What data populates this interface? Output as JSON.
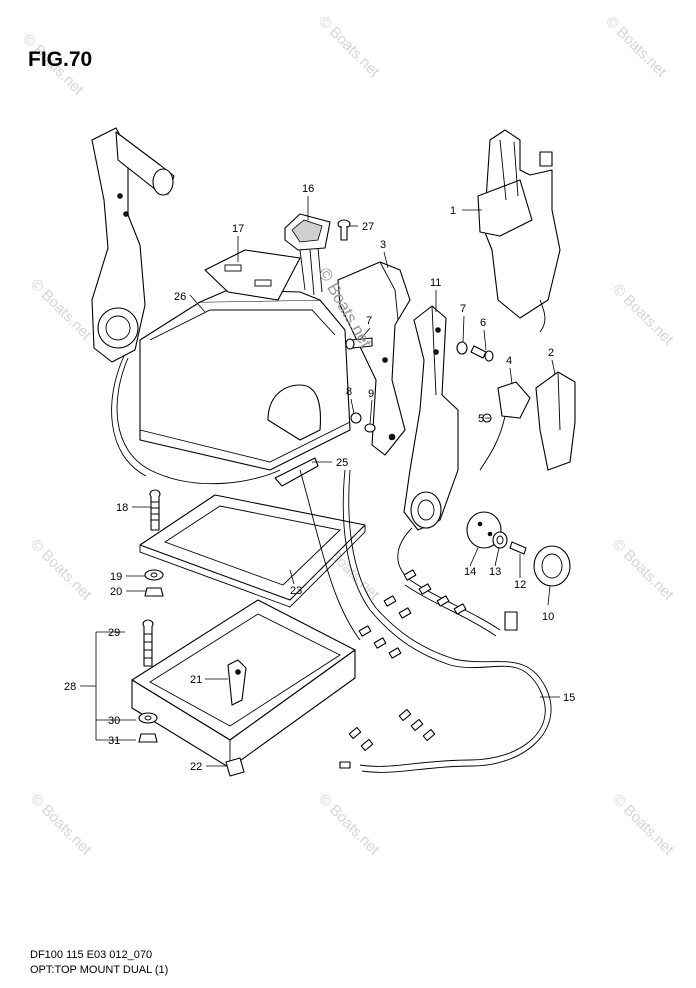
{
  "figure": {
    "title": "FIG.70",
    "code": "DF100 115 E03 012_070",
    "caption": "OPT:TOP MOUNT DUAL (1)"
  },
  "watermark": {
    "text": "© Boats.net"
  },
  "callouts": [
    {
      "id": "1",
      "label": "1"
    },
    {
      "id": "2",
      "label": "2"
    },
    {
      "id": "3",
      "label": "3"
    },
    {
      "id": "4",
      "label": "4"
    },
    {
      "id": "5",
      "label": "5"
    },
    {
      "id": "6",
      "label": "6"
    },
    {
      "id": "7",
      "label": "7"
    },
    {
      "id": "8",
      "label": "8"
    },
    {
      "id": "9",
      "label": "9"
    },
    {
      "id": "10",
      "label": "10"
    },
    {
      "id": "11",
      "label": "11"
    },
    {
      "id": "12",
      "label": "12"
    },
    {
      "id": "13",
      "label": "13"
    },
    {
      "id": "14",
      "label": "14"
    },
    {
      "id": "15",
      "label": "15"
    },
    {
      "id": "16",
      "label": "16"
    },
    {
      "id": "17",
      "label": "17"
    },
    {
      "id": "18",
      "label": "18"
    },
    {
      "id": "19",
      "label": "19"
    },
    {
      "id": "20",
      "label": "20"
    },
    {
      "id": "21",
      "label": "21"
    },
    {
      "id": "22",
      "label": "22"
    },
    {
      "id": "23",
      "label": "23"
    },
    {
      "id": "25",
      "label": "25"
    },
    {
      "id": "26",
      "label": "26"
    },
    {
      "id": "27",
      "label": "27"
    },
    {
      "id": "28",
      "label": "28"
    },
    {
      "id": "29",
      "label": "29"
    },
    {
      "id": "30",
      "label": "30"
    },
    {
      "id": "31",
      "label": "31"
    }
  ]
}
